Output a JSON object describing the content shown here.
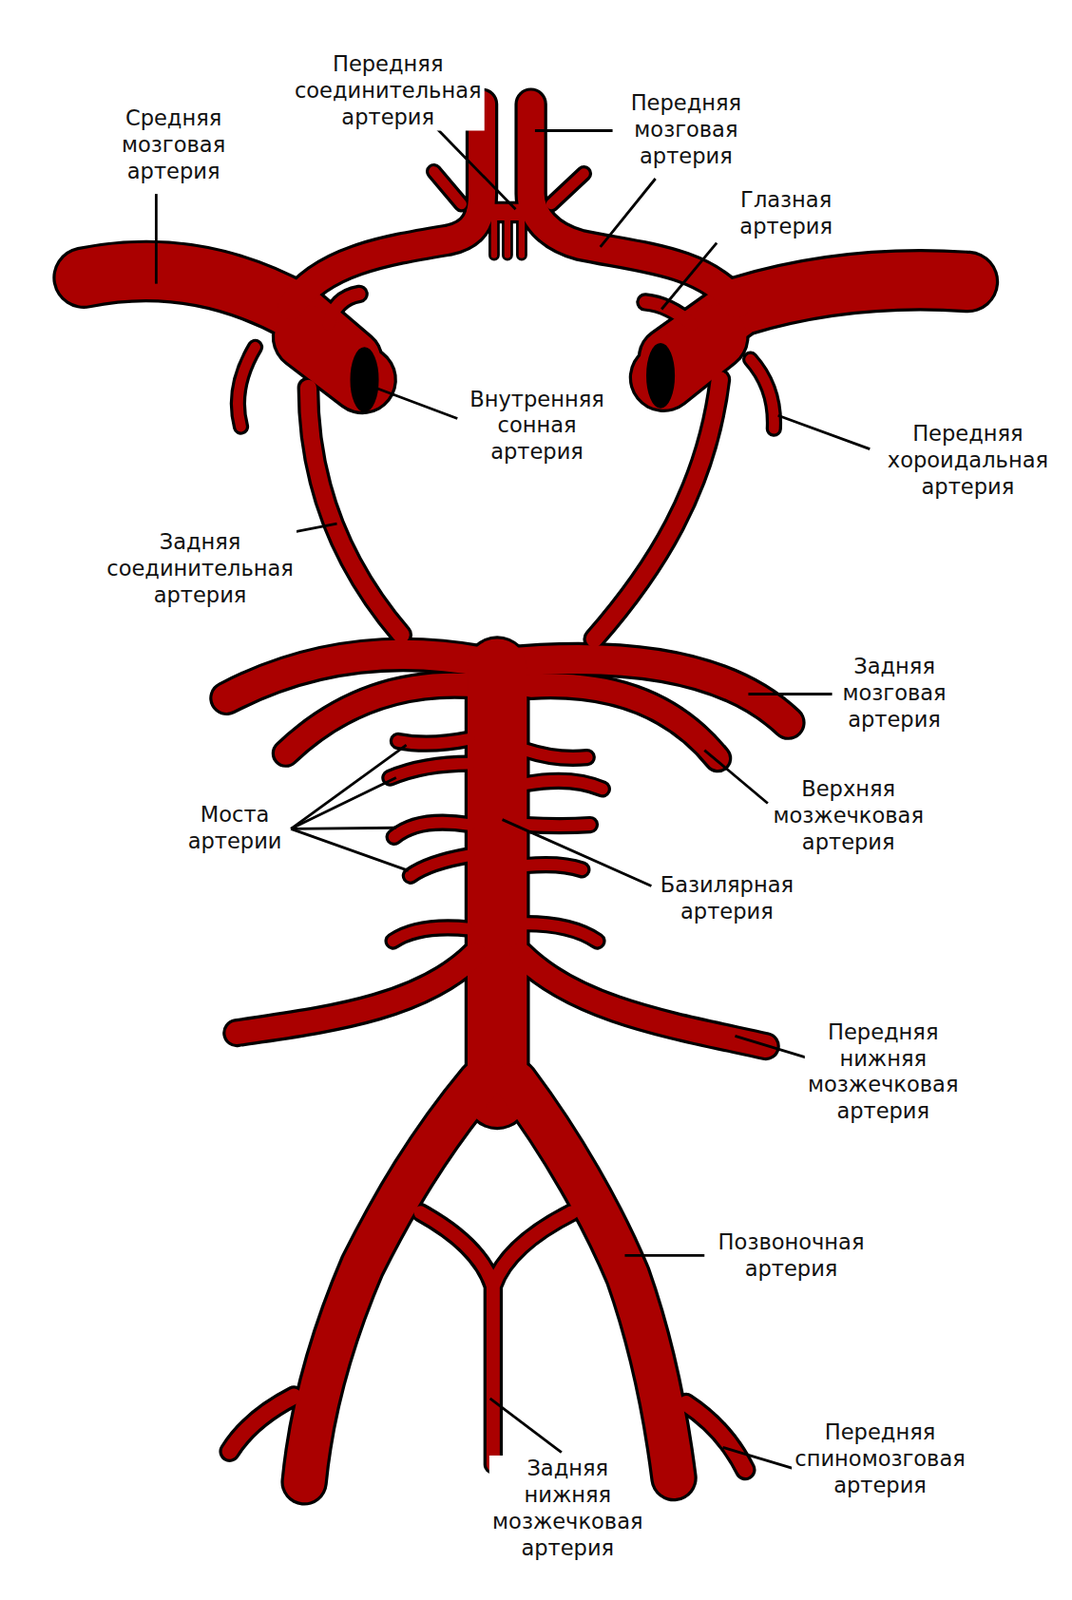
{
  "diagram": {
    "labels": [
      "Передняя соединительная артерия",
      "Передняя мозговая артерия",
      "Средняя мозговая артерия",
      "Глазная артерия",
      "Внутренняя сонная артерия",
      "Передняя хороидальная артерия",
      "Задняя соединительная артерия",
      "Задняя мозговая артерия",
      "Верхняя мозжечковая артерия",
      "Моста артерии",
      "Базилярная артерия",
      "Передняя нижняя мозжечковая артерия",
      "Позвоночная артерия",
      "Задняя нижняя мозжечковая артерия",
      "Передняя спиномозговая артерия"
    ]
  }
}
